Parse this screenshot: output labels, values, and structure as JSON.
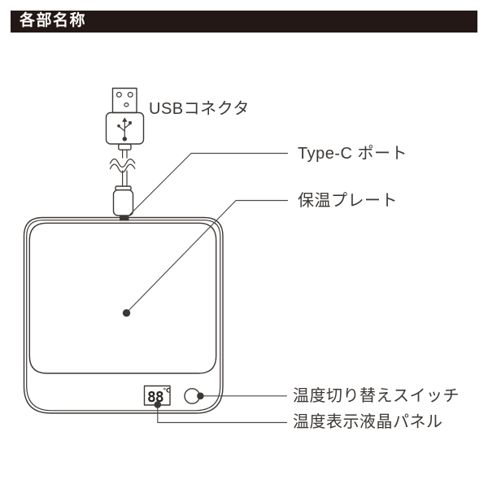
{
  "header": {
    "title": "各部名称"
  },
  "diagram": {
    "labels": {
      "usb_connector": "USBコネクタ",
      "typec_port": "Type-C ポート",
      "warming_plate": "保温プレート",
      "temp_switch": "温度切り替えスイッチ",
      "temp_lcd_panel": "温度表示液晶パネル"
    },
    "lcd": {
      "value": "88",
      "unit": "℃"
    }
  },
  "colors": {
    "header_bg": "#231815",
    "header_text": "#ffffff",
    "line": "#3c3835",
    "leader": "#4d4a47",
    "text": "#3c3835",
    "background": "#ffffff"
  }
}
